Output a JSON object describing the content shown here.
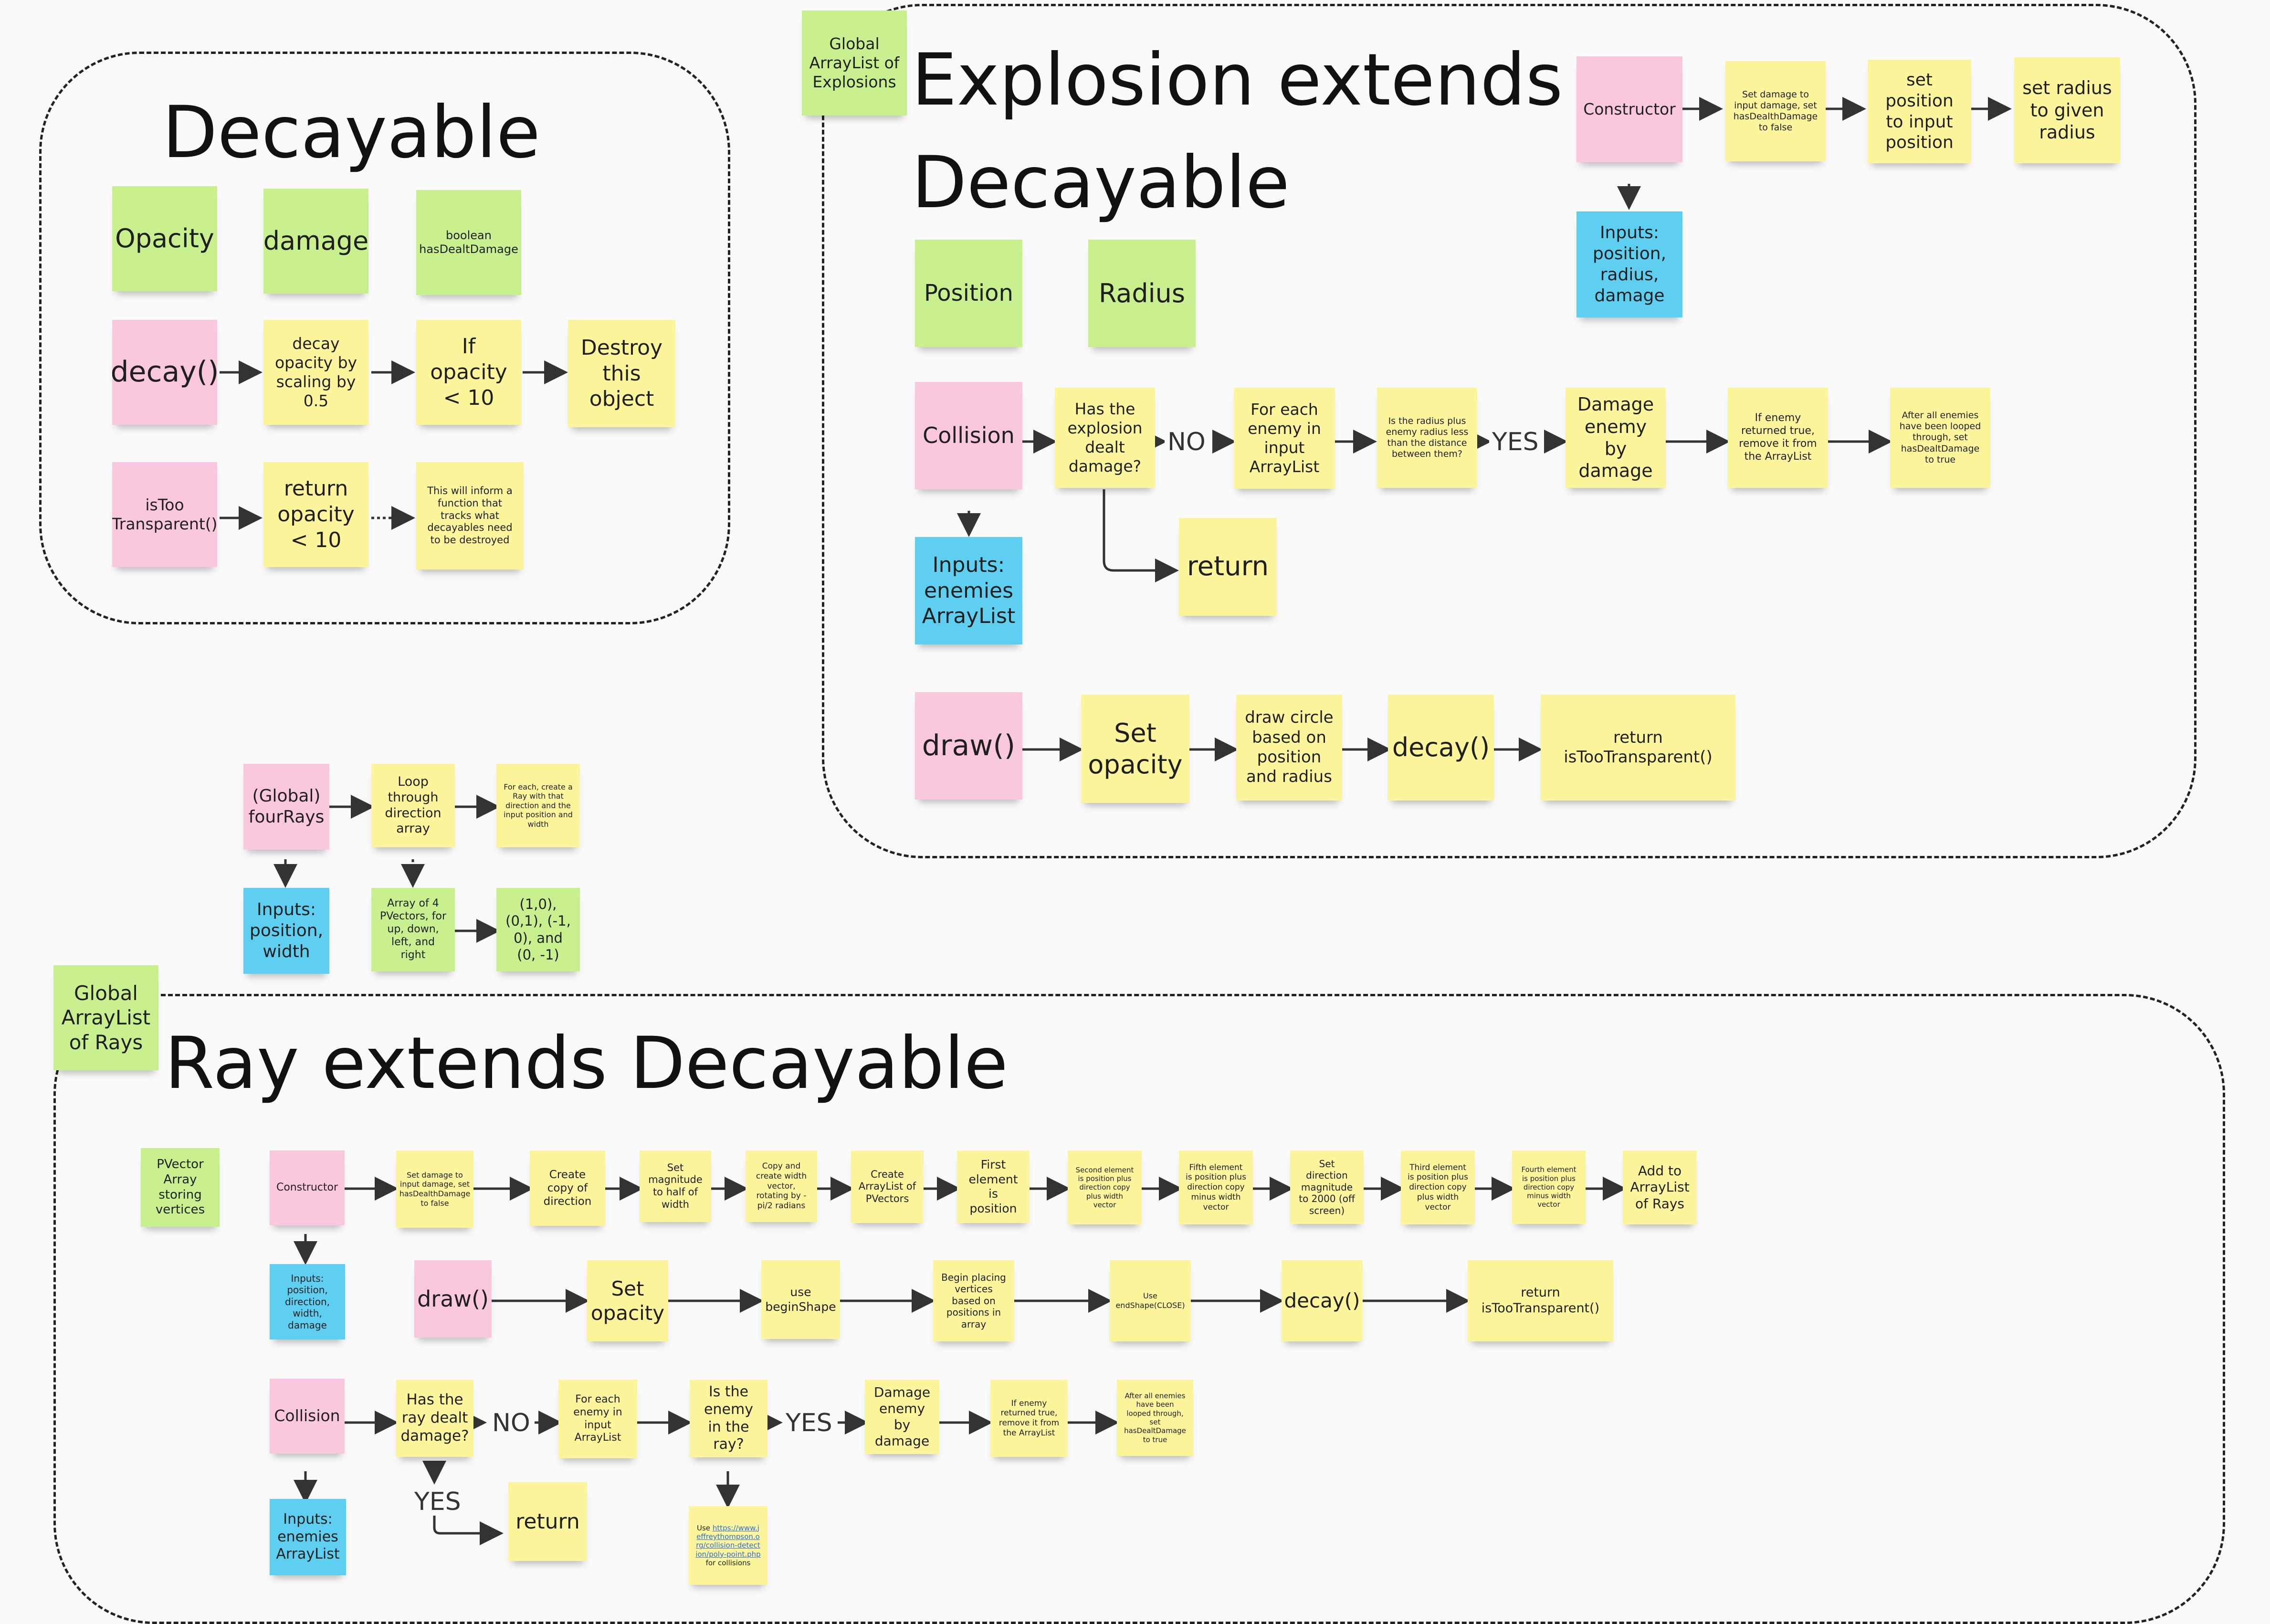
{
  "decayable": {
    "title": "Decayable",
    "opacity": "Opacity",
    "damage": "damage",
    "has_dealt": "boolean hasDealtDamage",
    "decay_fn": "decay()",
    "decay_step": "decay opacity by scaling by 0.5",
    "if_step": "If opacity < 10",
    "destroy_step": "Destroy this object",
    "too_transparent_fn": "isToo Transparent()",
    "return_step": "return opacity < 10",
    "inform_note": "This will inform a function that tracks what decayables need to be destroyed"
  },
  "explosion": {
    "global_list": "Global ArrayList of Explosions",
    "title_line1": "Explosion extends",
    "title_line2": "Decayable",
    "constructor": "Constructor",
    "ctor_step1": "Set damage to input damage, set hasDealthDamage to false",
    "ctor_step2": "set position to input position",
    "ctor_step3": "set radius to given radius",
    "ctor_inputs": "Inputs: position, radius, damage",
    "position": "Position",
    "radius": "Radius",
    "collision": "Collision",
    "coll_q1": "Has the explosion dealt damage?",
    "no_label": "NO",
    "coll_loop": "For each enemy in input ArrayList",
    "coll_q2": "Is the radius plus enemy radius less than the distance between them?",
    "yes_label": "YES",
    "coll_damage": "Damage enemy by damage",
    "coll_remove": "If enemy returned true, remove it from the ArrayList",
    "coll_after": "After all enemies have been looped through, set hasDealtDamage to true",
    "coll_return": "return",
    "coll_inputs": "Inputs: enemies ArrayList",
    "draw": "draw()",
    "draw_opacity": "Set opacity",
    "draw_circle": "draw circle based on position and radius",
    "draw_decay": "decay()",
    "draw_return": "return isTooTransparent()"
  },
  "four_rays": {
    "fn": "(Global) fourRays",
    "loop": "Loop through direction array",
    "create": "For each, create a Ray with that direction and the input position and width",
    "inputs": "Inputs: position, width",
    "array": "Array of 4 PVectors, for up, down, left, and right",
    "values": "(1,0), (0,1), (-1, 0), and (0, -1)"
  },
  "ray": {
    "global_list": "Global ArrayList of Rays",
    "title": "Ray extends Decayable",
    "vertices": "PVector Array storing vertices",
    "constructor": "Constructor",
    "ctor_s1": "Set damage to input damage, set hasDealthDamage to false",
    "ctor_s2": "Create copy of direction",
    "ctor_s3": "Set magnitude to half of width",
    "ctor_s4": "Copy and create width vector, rotating by -pi/2 radians",
    "ctor_s5": "Create ArrayList of PVectors",
    "ctor_s6": "First element is position",
    "ctor_s7": "Second element is position plus direction copy plus width vector",
    "ctor_s8": "Fifth element is position plus direction copy minus width vector",
    "ctor_s9": "Set direction magnitude to 2000 (off screen)",
    "ctor_s10": "Third element is position plus direction copy plus width vector",
    "ctor_s11": "Fourth element is position plus direction copy minus width vector",
    "ctor_s12": "Add to ArrayList of Rays",
    "ctor_inputs": "Inputs: position, direction, width, damage",
    "draw": "draw()",
    "draw_s1": "Set opacity",
    "draw_s2": "use beginShape",
    "draw_s3": "Begin placing vertices based on positions in array",
    "draw_s4": "Use endShape(CLOSE)",
    "draw_s5": "decay()",
    "draw_s6": "return isTooTransparent()",
    "collision": "Collision",
    "coll_q1": "Has the ray dealt damage?",
    "no_label": "NO",
    "coll_loop": "For each enemy in input ArrayList",
    "coll_q2": "Is the enemy in the ray?",
    "yes_label": "YES",
    "coll_damage": "Damage enemy by damage",
    "coll_remove": "If enemy returned true, remove it from the ArrayList",
    "coll_after": "After all enemies have been looped through, set hasDealtDamage to true",
    "yes_label2": "YES",
    "coll_return": "return",
    "use_prefix": "Use",
    "use_link": "https://www.jeffreythompson.org/collision-detection/poly-point.php",
    "use_suffix": "for collisions",
    "coll_inputs": "Inputs: enemies ArrayList"
  }
}
